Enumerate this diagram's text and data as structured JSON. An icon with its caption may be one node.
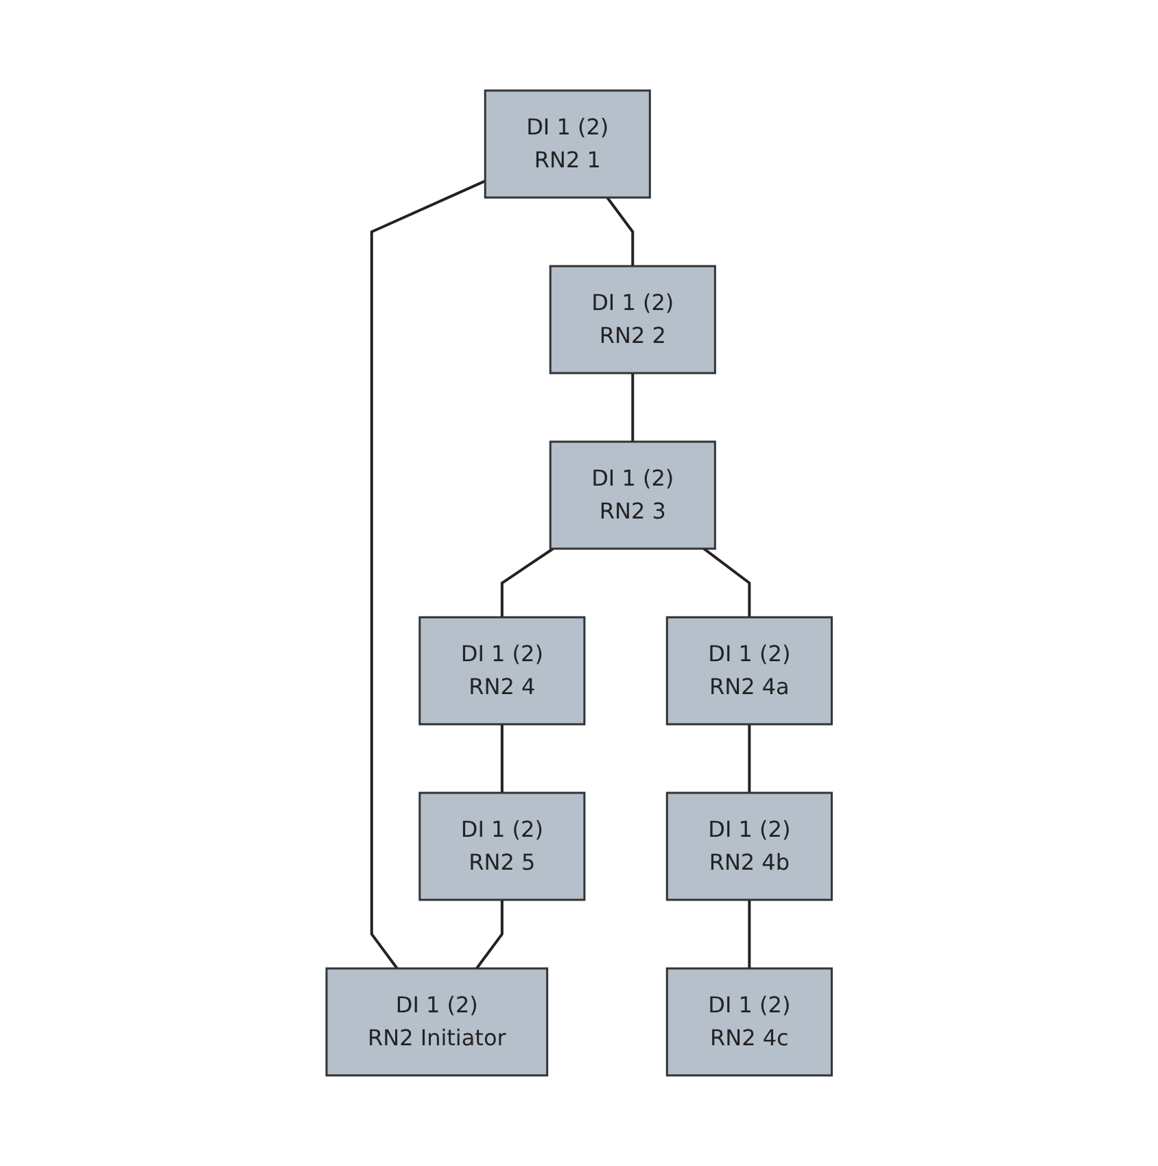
{
  "diagram": {
    "nodes": [
      {
        "text": [
          "DI 1 (2)",
          "RN2 1"
        ]
      },
      {
        "text": [
          "DI 1 (2)",
          "RN2 2"
        ]
      },
      {
        "text": [
          "DI 1 (2)",
          "RN2 Initiator"
        ]
      },
      {
        "text": [
          "DI 1 (2)",
          "RN2 3"
        ]
      },
      {
        "text": [
          "DI 1 (2)",
          "RN2 5"
        ]
      },
      {
        "text": [
          "DI 1 (2)",
          "RN2 4"
        ]
      },
      {
        "text": [
          "DI 1 (2)",
          "RN2 4a"
        ]
      },
      {
        "text": [
          "DI 1 (2)",
          "RN2 4c"
        ]
      },
      {
        "text": [
          "DI 1 (2)",
          "RN2 4b"
        ]
      }
    ],
    "edges": [
      {
        "from": 2,
        "to": 0,
        "arrow": "none"
      },
      {
        "from": 0,
        "to": 1,
        "arrow": "none"
      },
      {
        "from": 1,
        "to": 3,
        "arrow": "none"
      },
      {
        "from": 3,
        "to": 5,
        "arrow": "none"
      },
      {
        "from": 5,
        "to": 4,
        "arrow": "none"
      },
      {
        "from": 4,
        "to": 2,
        "arrow": "none"
      },
      {
        "from": 3,
        "to": 6,
        "arrow": "none"
      },
      {
        "from": 6,
        "to": 8,
        "arrow": "none"
      },
      {
        "from": 8,
        "to": 7,
        "arrow": "none"
      }
    ]
  }
}
